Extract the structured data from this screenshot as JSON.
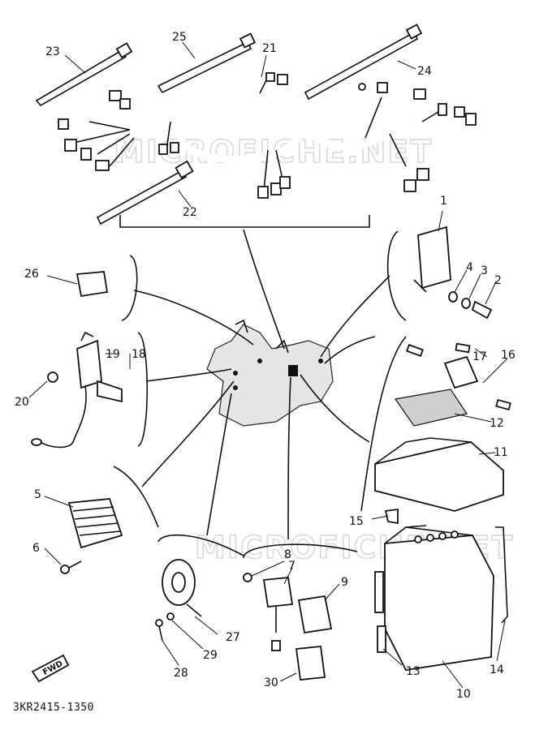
{
  "diagram": {
    "code": "3KR2415-1350",
    "watermark": "MICROFICHE.NET",
    "fwd_label": "FWD",
    "labels": [
      {
        "id": "1",
        "text": "1"
      },
      {
        "id": "2",
        "text": "2"
      },
      {
        "id": "3",
        "text": "3"
      },
      {
        "id": "4",
        "text": "4"
      },
      {
        "id": "5",
        "text": "5"
      },
      {
        "id": "6",
        "text": "6"
      },
      {
        "id": "7",
        "text": "7"
      },
      {
        "id": "8",
        "text": "8"
      },
      {
        "id": "9",
        "text": "9"
      },
      {
        "id": "10",
        "text": "10"
      },
      {
        "id": "11",
        "text": "11"
      },
      {
        "id": "12",
        "text": "12"
      },
      {
        "id": "13",
        "text": "13"
      },
      {
        "id": "14",
        "text": "14"
      },
      {
        "id": "15",
        "text": "15"
      },
      {
        "id": "16",
        "text": "16"
      },
      {
        "id": "17",
        "text": "17"
      },
      {
        "id": "18",
        "text": "18"
      },
      {
        "id": "19",
        "text": "19"
      },
      {
        "id": "20",
        "text": "20"
      },
      {
        "id": "21",
        "text": "21"
      },
      {
        "id": "22",
        "text": "22"
      },
      {
        "id": "23",
        "text": "23"
      },
      {
        "id": "24",
        "text": "24"
      },
      {
        "id": "25",
        "text": "25"
      },
      {
        "id": "26",
        "text": "26"
      },
      {
        "id": "27",
        "text": "27"
      },
      {
        "id": "28",
        "text": "28"
      },
      {
        "id": "29",
        "text": "29"
      },
      {
        "id": "30",
        "text": "30"
      }
    ]
  }
}
